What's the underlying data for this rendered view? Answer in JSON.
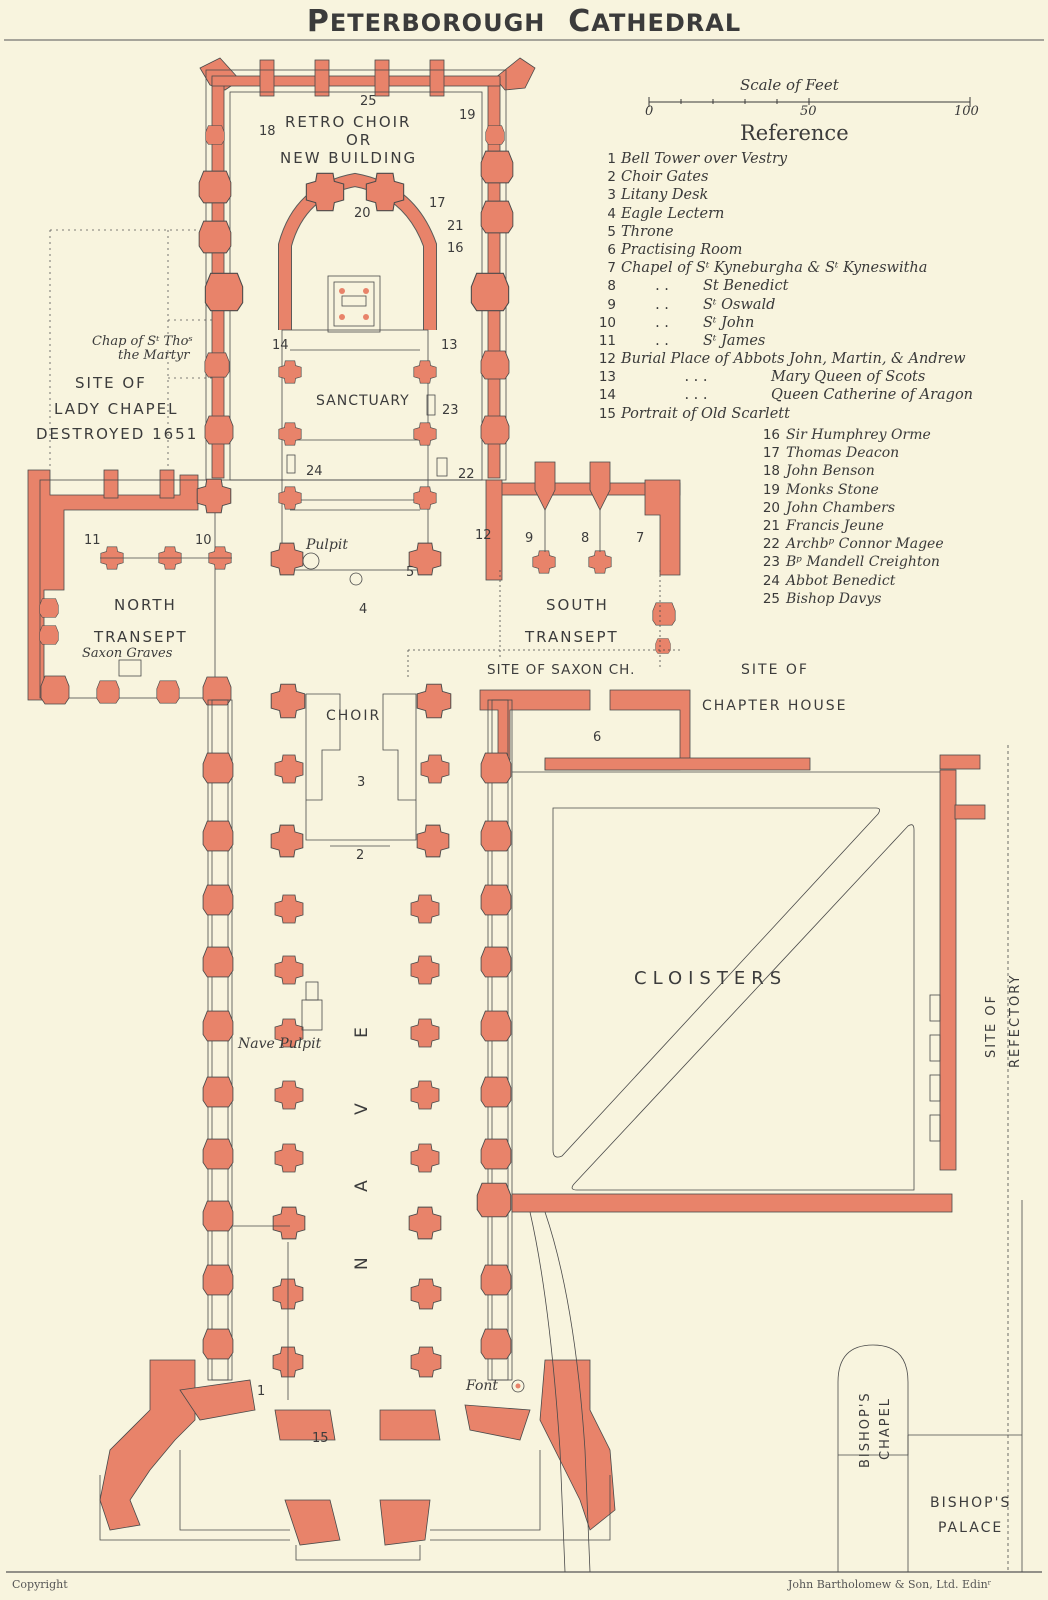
{
  "title": {
    "first_cap": "P",
    "first_rest": "ETERBOROUGH",
    "second_cap": "C",
    "second_rest": "ATHEDRAL"
  },
  "colors": {
    "paper": "#f8f4de",
    "masonry": "#e8836a",
    "ink": "#3a3a3a"
  },
  "scale": {
    "title": "Scale of Feet",
    "ticks": [
      "0",
      "50",
      "100"
    ]
  },
  "reference": {
    "heading": "Reference",
    "items": [
      {
        "n": "1",
        "text": "Bell Tower over Vestry"
      },
      {
        "n": "2",
        "text": "Choir Gates"
      },
      {
        "n": "3",
        "text": "Litany Desk"
      },
      {
        "n": "4",
        "text": "Eagle Lectern"
      },
      {
        "n": "5",
        "text": "Throne"
      },
      {
        "n": "6",
        "text": "Practising Room"
      },
      {
        "n": "7",
        "text": "Chapel of Sᵗ Kyneburgha & Sᵗ Kyneswitha"
      },
      {
        "n": "8",
        "text": "St Benedict",
        "ditto": ".   ."
      },
      {
        "n": "9",
        "text": "Sᵗ Oswald",
        "ditto": ".   ."
      },
      {
        "n": "10",
        "text": "Sᵗ John",
        "ditto": ".   ."
      },
      {
        "n": "11",
        "text": "Sᵗ James",
        "ditto": ".   ."
      },
      {
        "n": "12",
        "text": "Burial Place of Abbots John, Martin, & Andrew"
      },
      {
        "n": "13",
        "text": "Mary Queen of Scots",
        "ditto": ".          .   ."
      },
      {
        "n": "14",
        "text": "Queen Catherine of Aragon",
        "ditto": ".          .   ."
      },
      {
        "n": "15",
        "text": "Portrait of Old Scarlett"
      }
    ],
    "items2": [
      {
        "n": "16",
        "text": "Sir Humphrey Orme"
      },
      {
        "n": "17",
        "text": "Thomas Deacon"
      },
      {
        "n": "18",
        "text": "John Benson"
      },
      {
        "n": "19",
        "text": "Monks Stone"
      },
      {
        "n": "20",
        "text": "John Chambers"
      },
      {
        "n": "21",
        "text": "Francis Jeune"
      },
      {
        "n": "22",
        "text": "Archbᵖ Connor Magee"
      },
      {
        "n": "23",
        "text": "Bᵖ Mandell Creighton"
      },
      {
        "n": "24",
        "text": "Abbot Benedict"
      },
      {
        "n": "25",
        "text": "Bishop Davys"
      }
    ]
  },
  "areas": {
    "retro_choir_1": "RETRO CHOIR",
    "retro_choir_2": "OR",
    "retro_choir_3": "NEW BUILDING",
    "chap_thomas_1": "Chap of Sᵗ Thoˢ",
    "chap_thomas_2": "the Martyr",
    "lady_chapel_1": "SITE OF",
    "lady_chapel_2": "LADY CHAPEL",
    "lady_chapel_3": "DESTROYED 1651",
    "sanctuary": "SANCTUARY",
    "pulpit": "Pulpit",
    "north_transept_1": "NORTH",
    "north_transept_2": "TRANSEPT",
    "saxon_graves": "Saxon Graves",
    "south_transept_1": "SOUTH",
    "south_transept_2": "TRANSEPT",
    "saxon_church": "SITE OF SAXON CH.",
    "chapter_house_1": "SITE OF",
    "chapter_house_2": "CHAPTER HOUSE",
    "choir": "CHOIR",
    "cloisters": "CLOISTERS",
    "refectory_1": "SITE OF",
    "refectory_2": "REFECTORY",
    "nave": "N A V E",
    "nave_pulpit": "Nave Pulpit",
    "font": "Font",
    "bishops_chapel_1": "BISHOP'S",
    "bishops_chapel_2": "CHAPEL",
    "bishops_palace_1": "BISHOP'S",
    "bishops_palace_2": "PALACE"
  },
  "plan_numbers": {
    "n25": "25",
    "n18": "18",
    "n19": "19",
    "n20": "20",
    "n17": "17",
    "n21": "21",
    "n16": "16",
    "n14": "14",
    "n13": "13",
    "n23": "23",
    "n24": "24",
    "n22": "22",
    "n12": "12",
    "n11": "11",
    "n10": "10",
    "n9": "9",
    "n8": "8",
    "n7": "7",
    "n5": "5",
    "n4": "4",
    "n6": "6",
    "n3": "3",
    "n2": "2",
    "n1": "1",
    "n15": "15"
  },
  "footer": {
    "left": "Copyright",
    "right": "John Bartholomew & Son, Ltd. Edinʳ"
  }
}
